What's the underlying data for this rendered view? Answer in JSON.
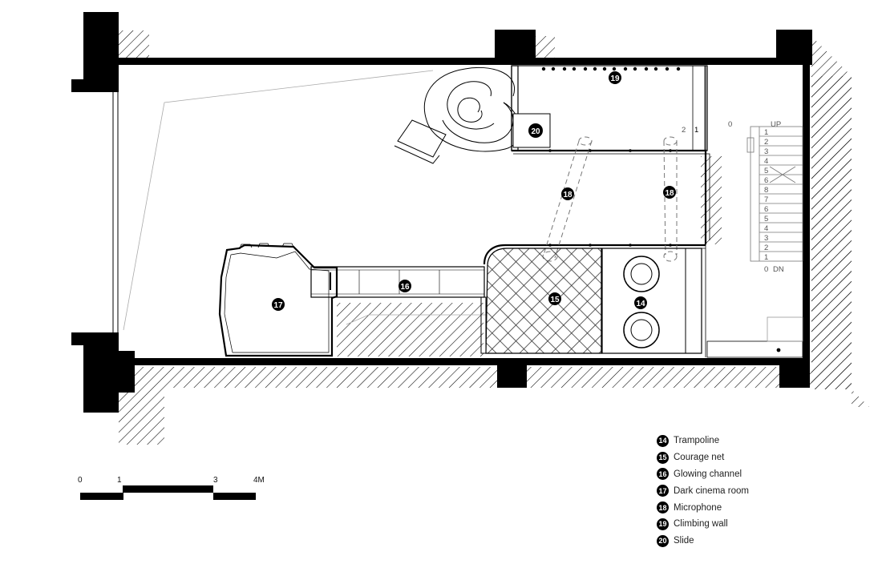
{
  "plan": {
    "markers": {
      "trampoline": "14",
      "courage_net": "15",
      "glowing_channel": "16",
      "dark_cinema_room": "17",
      "microphone_a": "18",
      "microphone_b": "18",
      "climbing_wall": "19",
      "slide": "20"
    },
    "stair": {
      "up_label": "UP",
      "down_label": "DN",
      "up_zero": "0",
      "down_zero": "0",
      "steps_up": [
        "1",
        "2",
        "3",
        "4",
        "5",
        "6",
        "8"
      ],
      "steps_down": [
        "7",
        "6",
        "5",
        "4",
        "3",
        "2",
        "1"
      ],
      "landing_2": "2",
      "landing_1": "1"
    }
  },
  "scale_bar": {
    "labels": [
      "0",
      "1",
      "3",
      "4M"
    ]
  },
  "legend": [
    {
      "num": "14",
      "label": "Trampoline"
    },
    {
      "num": "15",
      "label": "Courage net"
    },
    {
      "num": "16",
      "label": "Glowing channel"
    },
    {
      "num": "17",
      "label": "Dark cinema room"
    },
    {
      "num": "18",
      "label": "Microphone"
    },
    {
      "num": "19",
      "label": "Climbing wall"
    },
    {
      "num": "20",
      "label": "Slide"
    }
  ]
}
